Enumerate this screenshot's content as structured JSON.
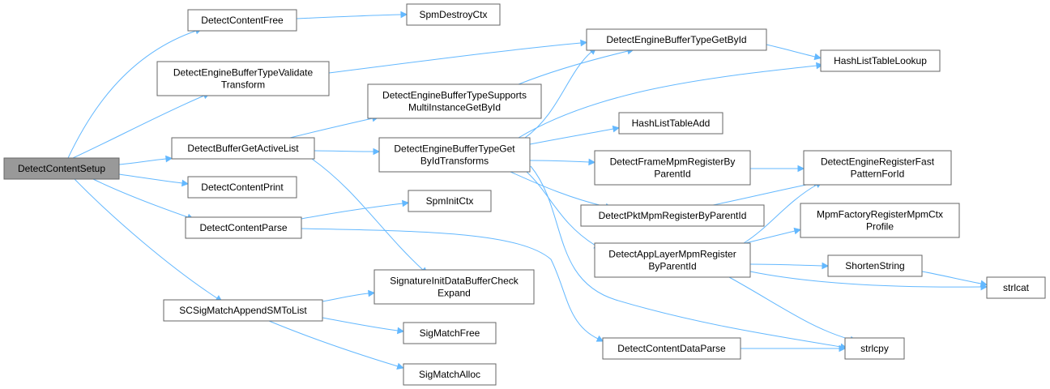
{
  "nodes": {
    "detect_content_setup": [
      "DetectContentSetup"
    ],
    "detect_content_free": [
      "DetectContentFree"
    ],
    "spm_destroy_ctx": [
      "SpmDestroyCtx"
    ],
    "detect_engine_buffer_type_validate_transform": [
      "DetectEngineBufferTypeValidate",
      "Transform"
    ],
    "detect_engine_buffer_type_get_by_id": [
      "DetectEngineBufferTypeGetById"
    ],
    "hash_list_table_lookup": [
      "HashListTableLookup"
    ],
    "detect_engine_buffer_type_supports_multi_instance_get_by_id": [
      "DetectEngineBufferTypeSupports",
      "MultiInstanceGetById"
    ],
    "hash_list_table_add": [
      "HashListTableAdd"
    ],
    "detect_buffer_get_active_list": [
      "DetectBufferGetActiveList"
    ],
    "detect_engine_buffer_type_get_by_id_transforms": [
      "DetectEngineBufferTypeGet",
      "ByIdTransforms"
    ],
    "detect_frame_mpm_register_by_parent_id": [
      "DetectFrameMpmRegisterBy",
      "ParentId"
    ],
    "detect_engine_register_fast_pattern_for_id": [
      "DetectEngineRegisterFast",
      "PatternForId"
    ],
    "detect_content_print": [
      "DetectContentPrint"
    ],
    "spm_init_ctx": [
      "SpmInitCtx"
    ],
    "detect_pkt_mpm_register_by_parent_id": [
      "DetectPktMpmRegisterByParentId"
    ],
    "detect_content_parse": [
      "DetectContentParse"
    ],
    "mpm_factory_register_mpm_ctx_profile": [
      "MpmFactoryRegisterMpmCtx",
      "Profile"
    ],
    "detect_app_layer_mpm_register_by_parent_id": [
      "DetectAppLayerMpmRegister",
      "ByParentId"
    ],
    "shorten_string": [
      "ShortenString"
    ],
    "signature_init_data_buffer_check_expand": [
      "SignatureInitDataBufferCheck",
      "Expand"
    ],
    "strlcat": [
      "strlcat"
    ],
    "sc_sig_match_append_sm_to_list": [
      "SCSigMatchAppendSMToList"
    ],
    "sig_match_free": [
      "SigMatchFree"
    ],
    "detect_content_data_parse": [
      "DetectContentDataParse"
    ],
    "strlcpy": [
      "strlcpy"
    ],
    "sig_match_alloc": [
      "SigMatchAlloc"
    ]
  },
  "colors": {
    "edge": "#63b8ff",
    "node_border": "#666666",
    "root_fill": "#999999",
    "node_fill": "#ffffff"
  }
}
